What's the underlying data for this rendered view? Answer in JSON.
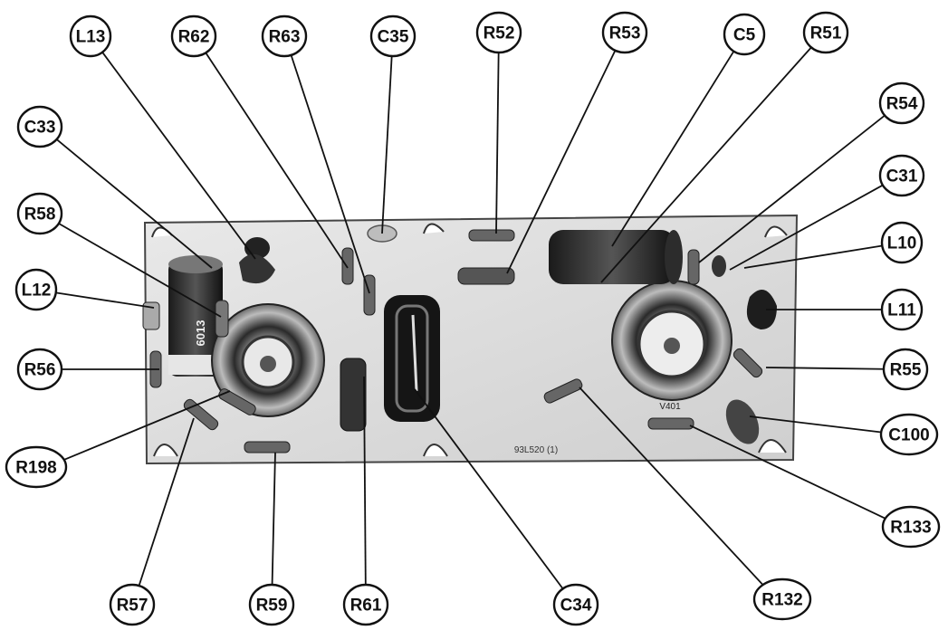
{
  "diagram": {
    "callouts": [
      {
        "id": "L13"
      },
      {
        "id": "R62"
      },
      {
        "id": "R63"
      },
      {
        "id": "C35"
      },
      {
        "id": "R52"
      },
      {
        "id": "R53"
      },
      {
        "id": "C5"
      },
      {
        "id": "R51"
      },
      {
        "id": "R54"
      },
      {
        "id": "C31"
      },
      {
        "id": "L10"
      },
      {
        "id": "L11"
      },
      {
        "id": "R55"
      },
      {
        "id": "C100"
      },
      {
        "id": "R133"
      },
      {
        "id": "R132"
      },
      {
        "id": "C34"
      },
      {
        "id": "R61"
      },
      {
        "id": "R59"
      },
      {
        "id": "R57"
      },
      {
        "id": "R198"
      },
      {
        "id": "R56"
      },
      {
        "id": "L12"
      },
      {
        "id": "R58"
      },
      {
        "id": "C33"
      }
    ],
    "board_markings": {
      "capacitor_code": "6013",
      "part_number": "93L520 (1)",
      "tube_socket_label": "V401"
    }
  }
}
